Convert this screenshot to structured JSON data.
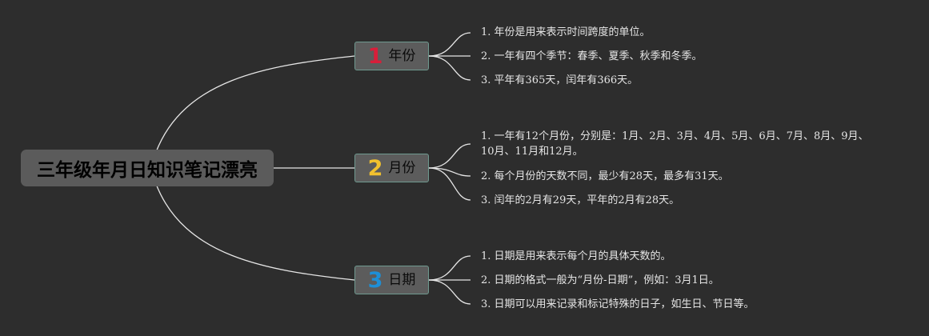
{
  "root": {
    "title": "三年级年月日知识笔记漂亮"
  },
  "colors": {
    "background": "#2d2d2d",
    "connector": "#e6e6e6",
    "node_border": "#6f9a90"
  },
  "branches": [
    {
      "number": "1",
      "label": "年份",
      "number_color": "#d81e3a",
      "items": [
        "1. 年份是用来表示时间跨度的单位。",
        "2. 一年有四个季节：春季、夏季、秋季和冬季。",
        "3. 平年有365天，闰年有366天。"
      ]
    },
    {
      "number": "2",
      "label": "月份",
      "number_color": "#f2c12e",
      "items": [
        "1. 一年有12个月份，分别是：1月、2月、3月、4月、5月、6月、7月、8月、9月、10月、11月和12月。",
        "2. 每个月份的天数不同，最少有28天，最多有31天。",
        "3. 闰年的2月有29天，平年的2月有28天。"
      ]
    },
    {
      "number": "3",
      "label": "日期",
      "number_color": "#1e8fd6",
      "items": [
        "1. 日期是用来表示每个月的具体天数的。",
        "2. 日期的格式一般为“月份-日期”，例如：3月1日。",
        "3. 日期可以用来记录和标记特殊的日子，如生日、节日等。"
      ]
    }
  ]
}
